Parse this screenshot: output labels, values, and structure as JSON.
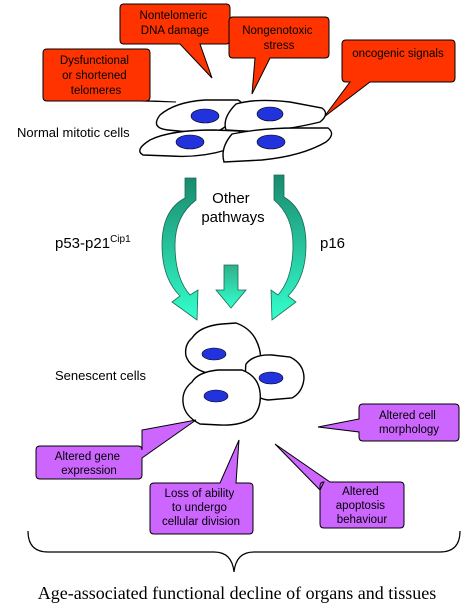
{
  "stressors": [
    {
      "lines": [
        "Nontelomeric",
        "DNA damage"
      ]
    },
    {
      "lines": [
        "Nongenotoxic",
        "stress"
      ]
    },
    {
      "lines": [
        "Dysfunctional",
        "or shortened",
        "telomeres"
      ]
    },
    {
      "lines": [
        "oncogenic signals"
      ]
    }
  ],
  "labels": {
    "normal_cells": "Normal mitotic  cells",
    "other_pathways": [
      "Other",
      "pathways"
    ],
    "p53_main": "p53-p21",
    "p53_sup": "Cip1",
    "p16": "p16",
    "senescent_cells": "Senescent cells"
  },
  "outcomes": [
    {
      "lines": [
        "Altered gene",
        "expression"
      ]
    },
    {
      "lines": [
        "Loss of ability",
        "to undergo",
        "cellular division"
      ]
    },
    {
      "lines": [
        "Altered",
        "apoptosis",
        "behaviour"
      ]
    },
    {
      "lines": [
        "Altered cell",
        "morphology"
      ]
    }
  ],
  "caption": "Age-associated functional decline of organs and tissues",
  "colors": {
    "stressor_fill": "#ff3300",
    "outcome_fill": "#cc66ff",
    "arrow_dark": "#1a8a6e",
    "arrow_light": "#33ffcc",
    "nucleus": "#2233dd"
  }
}
